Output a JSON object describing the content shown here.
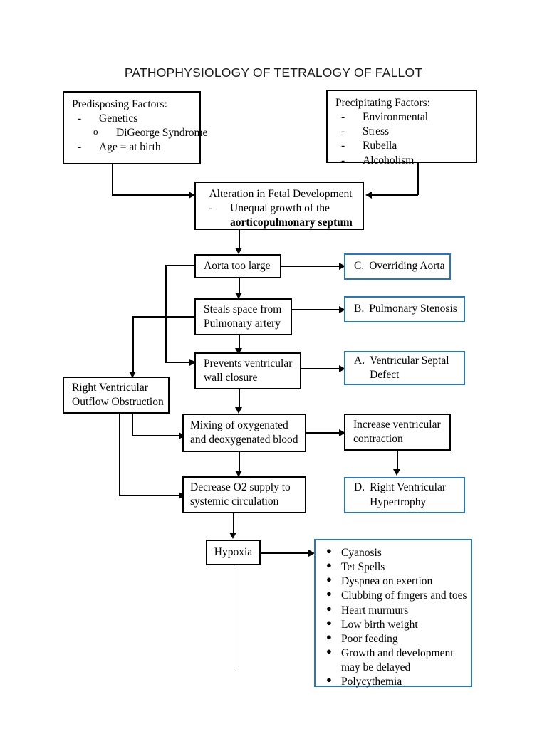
{
  "title": "PATHOPHYSIOLOGY OF TETRALOGY OF FALLOT",
  "colors": {
    "line": "#000000",
    "box_border_black": "#000000",
    "box_border_blue": "#2E75B6",
    "background": "#FFFFFF",
    "text": "#000000"
  },
  "nodes": {
    "predisposing": {
      "heading": "Predisposing Factors:",
      "items": [
        {
          "marker": "-",
          "level": 1,
          "text": "Genetics"
        },
        {
          "marker": "o",
          "level": 2,
          "text": "DiGeorge Syndrome"
        },
        {
          "marker": "-",
          "level": 1,
          "text": "Age = at birth"
        }
      ]
    },
    "precipitating": {
      "heading": "Precipitating Factors:",
      "items": [
        {
          "marker": "-",
          "level": 1,
          "text": "Environmental"
        },
        {
          "marker": "-",
          "level": 1,
          "text": "Stress"
        },
        {
          "marker": "-",
          "level": 1,
          "text": "Rubella"
        },
        {
          "marker": "-",
          "level": 1,
          "text": "Alcoholism"
        }
      ]
    },
    "alteration": {
      "heading": "Alteration in Fetal Development",
      "marker": "-",
      "line1": "Unequal growth of the",
      "line2_bold": "aorticopulmonary septum"
    },
    "aorta_too_large": {
      "text": "Aorta too large"
    },
    "steals_space": {
      "line1": "Steals space from",
      "line2": "Pulmonary artery"
    },
    "prevents_closure": {
      "line1": "Prevents ventricular",
      "line2": "wall closure"
    },
    "rvoo": {
      "line1": "Right Ventricular",
      "line2": "Outflow Obstruction"
    },
    "mixing": {
      "line1": "Mixing of oxygenated",
      "line2": "and deoxygenated blood"
    },
    "increase_contraction": {
      "line1": "Increase ventricular",
      "line2": "contraction"
    },
    "decrease_o2": {
      "line1": "Decrease O2 supply to",
      "line2": "systemic circulation"
    },
    "hypoxia": {
      "text": "Hypoxia"
    },
    "overriding_aorta": {
      "letter": "C.",
      "text": "Overriding Aorta"
    },
    "pulmonary_stenosis": {
      "letter": "B.",
      "text": "Pulmonary Stenosis"
    },
    "ventricular_septal_defect": {
      "letter": "A.",
      "line1": "Ventricular Septal",
      "line2": "Defect"
    },
    "right_ventricular_hypertrophy": {
      "letter": "D.",
      "line1": "Right Ventricular",
      "line2": "Hypertrophy"
    },
    "symptoms": {
      "items": [
        {
          "text": "Cyanosis"
        },
        {
          "text": "Tet Spells"
        },
        {
          "text": "Dyspnea on exertion"
        },
        {
          "text": "Clubbing of fingers and toes"
        },
        {
          "text": "Heart murmurs"
        },
        {
          "text": "Low birth weight"
        },
        {
          "text": "Poor feeding"
        },
        {
          "text": "Growth and development",
          "continuation": "may be delayed"
        },
        {
          "text": "Polycythemia"
        }
      ]
    }
  }
}
